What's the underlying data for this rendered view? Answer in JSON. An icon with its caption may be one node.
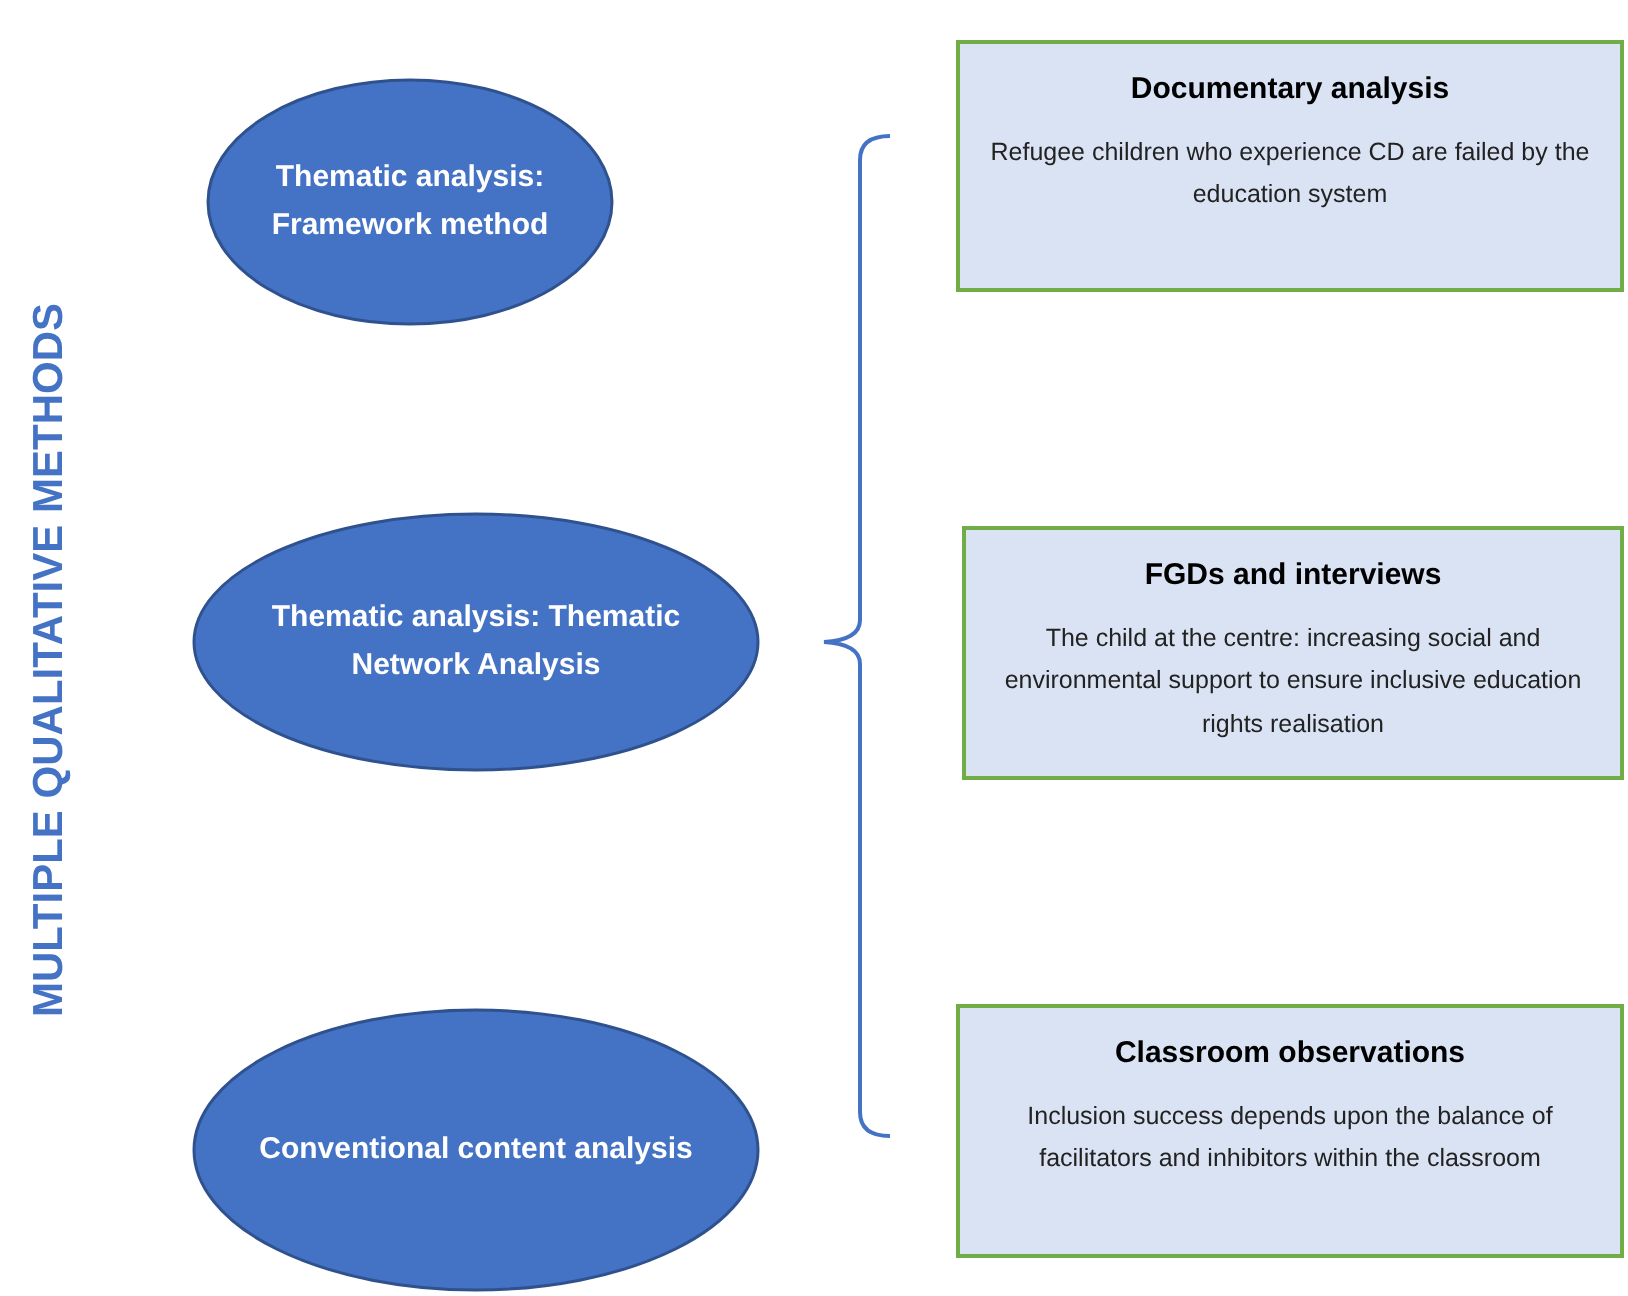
{
  "diagram": {
    "title": "MULTIPLE QUALITATIVE METHODS",
    "nodes": [
      {
        "text": [
          "Thematic analysis: Framework method"
        ]
      },
      {
        "text": [
          "Thematic analysis: Thematic Network Analysis"
        ]
      },
      {
        "text": [
          "Conventional content analysis"
        ]
      },
      {
        "text": [
          "Documentary analysis",
          "Refugee children who experience CD are failed by the education system"
        ]
      },
      {
        "text": [
          "FGDs and interviews",
          "The child at the centre: increasing social and environmental support to ensure inclusive education rights realisation"
        ]
      },
      {
        "text": [
          "Classroom observations",
          "Inclusion success depends upon the balance of facilitators and inhibitors within the classroom"
        ]
      }
    ],
    "edges": []
  }
}
